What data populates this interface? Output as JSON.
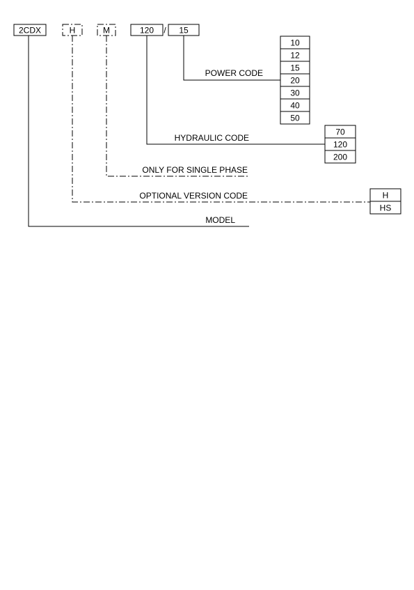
{
  "code_parts": {
    "model": "2CDX",
    "optional_version": "H",
    "single_phase": "M",
    "hydraulic": "120",
    "separator": "/",
    "power": "15"
  },
  "labels": {
    "power_code": "POWER CODE",
    "hydraulic_code": "HYDRAULIC CODE",
    "only_single_phase": "ONLY FOR SINGLE PHASE",
    "optional_version_code": "OPTIONAL VERSION CODE",
    "model": "MODEL"
  },
  "power_options": [
    "10",
    "12",
    "15",
    "20",
    "30",
    "40",
    "50"
  ],
  "hydraulic_options": [
    "70",
    "120",
    "200"
  ],
  "version_options": [
    "H",
    "HS"
  ]
}
